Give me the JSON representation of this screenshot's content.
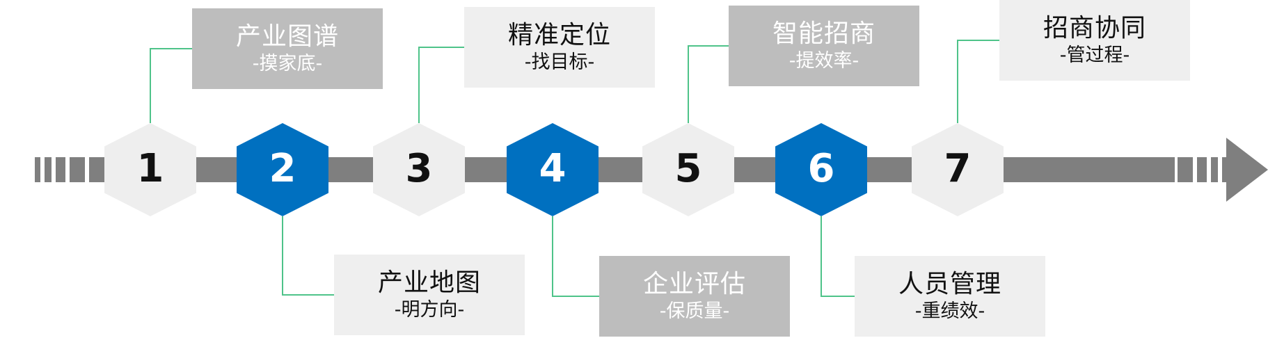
{
  "colors": {
    "accent": "#0070c0",
    "hex_light": "#eeeeee",
    "arrow": "#7f7f7f",
    "connector": "#4ec389",
    "card_light": "#efefef",
    "card_dark": "#bdbdbd"
  },
  "steps": [
    {
      "number": "1",
      "title": "产业图谱",
      "subtitle": "-摸家底-",
      "hex_style": "light",
      "card_style": "dark",
      "card_side": "top"
    },
    {
      "number": "2",
      "title": "产业地图",
      "subtitle": "-明方向-",
      "hex_style": "blue",
      "card_style": "light",
      "card_side": "bottom"
    },
    {
      "number": "3",
      "title": "精准定位",
      "subtitle": "-找目标-",
      "hex_style": "light",
      "card_style": "light",
      "card_side": "top"
    },
    {
      "number": "4",
      "title": "企业评估",
      "subtitle": "-保质量-",
      "hex_style": "blue",
      "card_style": "dark",
      "card_side": "bottom"
    },
    {
      "number": "5",
      "title": "智能招商",
      "subtitle": "-提效率-",
      "hex_style": "light",
      "card_style": "dark",
      "card_side": "top"
    },
    {
      "number": "6",
      "title": "人员管理",
      "subtitle": "-重绩效-",
      "hex_style": "blue",
      "card_style": "light",
      "card_side": "bottom"
    },
    {
      "number": "7",
      "title": "招商协同",
      "subtitle": "-管过程-",
      "hex_style": "light",
      "card_style": "light",
      "card_side": "top"
    }
  ]
}
